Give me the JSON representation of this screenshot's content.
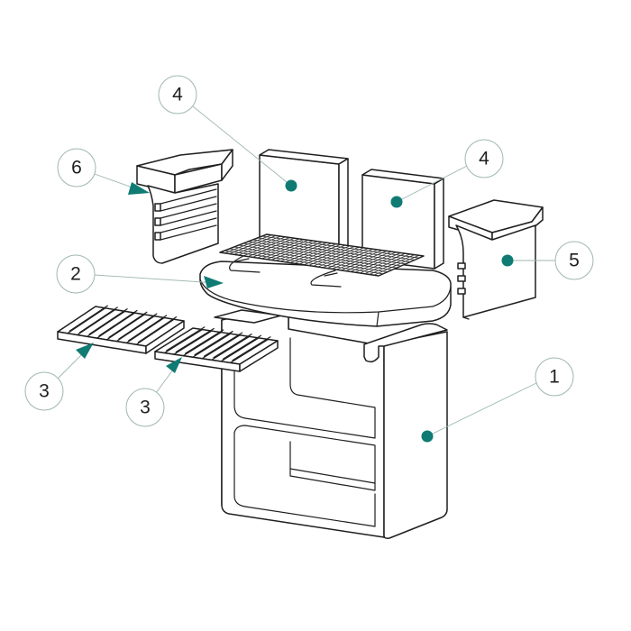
{
  "colors": {
    "accent": "#0f7b73",
    "line": "#1f1f1f",
    "leader": "#9fb7b1"
  },
  "callouts": [
    {
      "id": "c1",
      "label": "1"
    },
    {
      "id": "c2",
      "label": "2"
    },
    {
      "id": "c3a",
      "label": "3"
    },
    {
      "id": "c3b",
      "label": "3"
    },
    {
      "id": "c4a",
      "label": "4"
    },
    {
      "id": "c4b",
      "label": "4"
    },
    {
      "id": "c5",
      "label": "5"
    },
    {
      "id": "c6",
      "label": "6"
    }
  ]
}
